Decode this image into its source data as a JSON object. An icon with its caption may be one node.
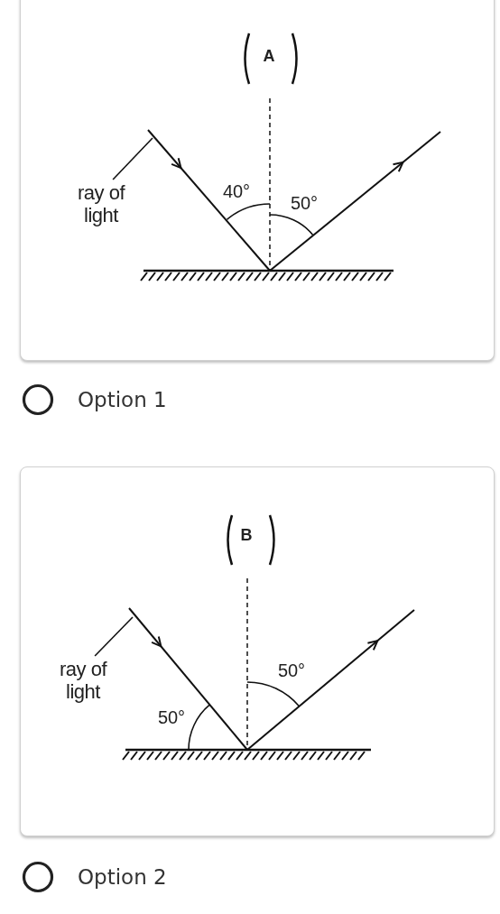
{
  "diagram": {
    "nodes": [
      {
        "text": [],
        "shape": "box"
      },
      {
        "text": [
          "ray of light"
        ],
        "in": 0
      },
      {
        "text": [],
        "shape": "box"
      },
      {
        "text": [
          "ray of light"
        ],
        "in": 2
      }
    ],
    "edges": [
      {
        "from": 1,
        "to": null,
        "arrow": "none"
      },
      {
        "from": 3,
        "to": null,
        "arrow": "none"
      }
    ],
    "labels": [
      "A",
      "40°",
      "50°",
      "Option 1",
      "B",
      "50°",
      "50°",
      "Option 2"
    ]
  }
}
